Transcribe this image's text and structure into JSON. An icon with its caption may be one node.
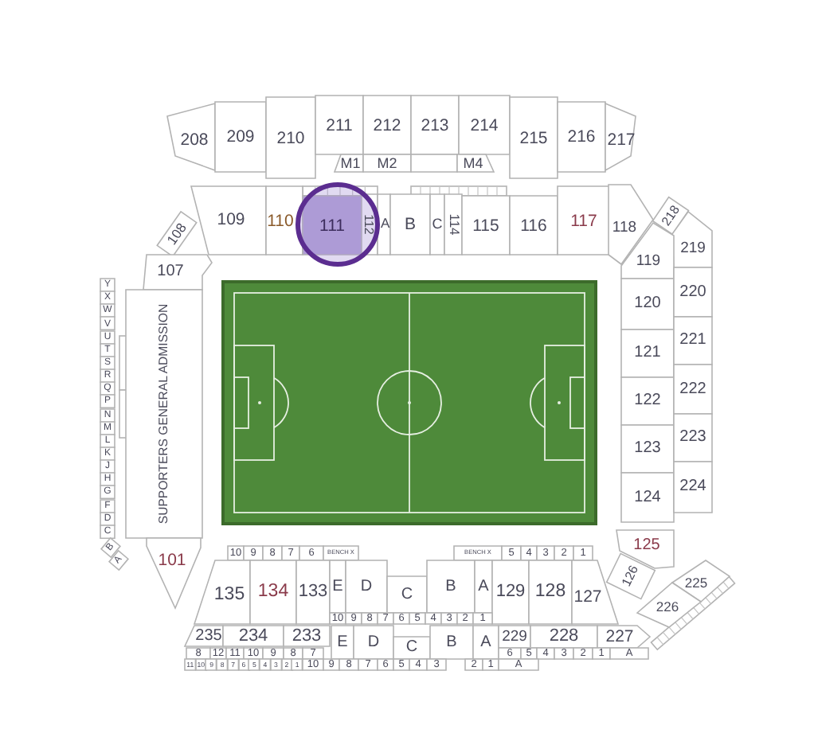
{
  "diagram": {
    "nodes": [
      {
        "text": [
          "208"
        ]
      },
      {
        "text": [
          "209"
        ]
      },
      {
        "text": [
          "210"
        ]
      },
      {
        "text": [
          "211"
        ]
      },
      {
        "text": [
          "212"
        ]
      },
      {
        "text": [
          "213"
        ]
      },
      {
        "text": [
          "214"
        ]
      },
      {
        "text": [
          "215"
        ]
      },
      {
        "text": [
          "216"
        ]
      },
      {
        "text": [
          "217"
        ]
      },
      {
        "text": [
          "M1"
        ]
      },
      {
        "text": [
          "M2"
        ]
      },
      {
        "text": [],
        "shape": "box"
      },
      {
        "text": [
          "M4"
        ]
      },
      {
        "text": [
          "109"
        ]
      },
      {
        "text": [
          "110"
        ]
      },
      {
        "text": [
          "111"
        ]
      },
      {
        "text": [
          "112"
        ]
      },
      {
        "text": [
          "A"
        ]
      },
      {
        "text": [
          "B"
        ]
      },
      {
        "text": [
          "C"
        ]
      },
      {
        "text": [
          "114"
        ]
      },
      {
        "text": [
          "115"
        ]
      },
      {
        "text": [
          "116"
        ]
      },
      {
        "text": [
          "117"
        ]
      },
      {
        "text": [
          "108"
        ]
      },
      {
        "text": [
          "118"
        ]
      },
      {
        "text": [
          "218"
        ]
      },
      {
        "text": [
          "219"
        ]
      },
      {
        "text": [
          "107"
        ]
      },
      {
        "text": [
          "119"
        ]
      },
      {
        "text": [
          "120"
        ]
      },
      {
        "text": [
          "121"
        ]
      },
      {
        "text": [
          "122"
        ]
      },
      {
        "text": [
          "123"
        ]
      },
      {
        "text": [
          "124"
        ]
      },
      {
        "text": [
          "220"
        ]
      },
      {
        "text": [
          "221"
        ]
      },
      {
        "text": [
          "222"
        ]
      },
      {
        "text": [
          "223"
        ]
      },
      {
        "text": [
          "224"
        ]
      },
      {
        "text": [
          "Y"
        ]
      },
      {
        "text": [
          "X"
        ]
      },
      {
        "text": [
          "W"
        ]
      },
      {
        "text": [
          "V"
        ]
      },
      {
        "text": [
          "U"
        ]
      },
      {
        "text": [
          "T"
        ]
      },
      {
        "text": [
          "S"
        ]
      },
      {
        "text": [
          "R"
        ]
      },
      {
        "text": [
          "Q"
        ]
      },
      {
        "text": [
          "P"
        ]
      },
      {
        "text": [
          "N"
        ]
      },
      {
        "text": [
          "M"
        ]
      },
      {
        "text": [
          "L"
        ]
      },
      {
        "text": [
          "K"
        ]
      },
      {
        "text": [
          "J"
        ]
      },
      {
        "text": [
          "H"
        ]
      },
      {
        "text": [
          "G"
        ]
      },
      {
        "text": [
          "F"
        ]
      },
      {
        "text": [
          "D"
        ]
      },
      {
        "text": [
          "C"
        ]
      },
      {
        "text": [
          "B"
        ]
      },
      {
        "text": [
          "A"
        ]
      },
      {
        "text": [
          "SUPPORTERS GENERAL ADMISSION"
        ]
      },
      {
        "text": [
          "101"
        ]
      },
      {
        "text": [
          "125"
        ]
      },
      {
        "text": [
          "126"
        ]
      },
      {
        "text": [
          "225"
        ]
      },
      {
        "text": [
          "226"
        ]
      },
      {
        "text": [
          "10"
        ]
      },
      {
        "text": [
          "9"
        ]
      },
      {
        "text": [
          "8"
        ]
      },
      {
        "text": [
          "7"
        ]
      },
      {
        "text": [
          "6"
        ]
      },
      {
        "text": [
          "BENCH X"
        ]
      },
      {
        "text": [
          "BENCH X"
        ]
      },
      {
        "text": [
          "5"
        ]
      },
      {
        "text": [
          "4"
        ]
      },
      {
        "text": [
          "3"
        ]
      },
      {
        "text": [
          "2"
        ]
      },
      {
        "text": [
          "1"
        ]
      },
      {
        "text": [
          "135"
        ]
      },
      {
        "text": [
          "134"
        ]
      },
      {
        "text": [
          "133"
        ]
      },
      {
        "text": [
          "E"
        ]
      },
      {
        "text": [
          "D"
        ]
      },
      {
        "text": [
          "C"
        ]
      },
      {
        "text": [
          "B"
        ]
      },
      {
        "text": [
          "A"
        ]
      },
      {
        "text": [
          "129"
        ]
      },
      {
        "text": [
          "128"
        ]
      },
      {
        "text": [
          "127"
        ]
      },
      {
        "text": [
          "10"
        ]
      },
      {
        "text": [
          "9"
        ]
      },
      {
        "text": [
          "8"
        ]
      },
      {
        "text": [
          "7"
        ]
      },
      {
        "text": [
          "6"
        ]
      },
      {
        "text": [
          "5"
        ]
      },
      {
        "text": [
          "4"
        ]
      },
      {
        "text": [
          "3"
        ]
      },
      {
        "text": [
          "2"
        ]
      },
      {
        "text": [
          "1"
        ]
      },
      {
        "text": [
          "235"
        ]
      },
      {
        "text": [
          "234"
        ]
      },
      {
        "text": [
          "233"
        ]
      },
      {
        "text": [
          "E"
        ]
      },
      {
        "text": [
          "D"
        ]
      },
      {
        "text": [
          "C"
        ]
      },
      {
        "text": [
          "B"
        ]
      },
      {
        "text": [
          "A"
        ]
      },
      {
        "text": [
          "229"
        ]
      },
      {
        "text": [
          "228"
        ]
      },
      {
        "text": [
          "227"
        ]
      },
      {
        "text": [
          "8"
        ]
      },
      {
        "text": [
          "12"
        ]
      },
      {
        "text": [
          "11"
        ]
      },
      {
        "text": [
          "10"
        ]
      },
      {
        "text": [
          "9"
        ]
      },
      {
        "text": [
          "8"
        ]
      },
      {
        "text": [
          "7"
        ]
      },
      {
        "text": [
          "6"
        ]
      },
      {
        "text": [
          "5"
        ]
      },
      {
        "text": [
          "4"
        ]
      },
      {
        "text": [
          "3"
        ]
      },
      {
        "text": [
          "2"
        ]
      },
      {
        "text": [
          "1"
        ]
      },
      {
        "text": [
          "A"
        ]
      },
      {
        "text": [
          "11"
        ]
      },
      {
        "text": [
          "10"
        ]
      },
      {
        "text": [
          "9"
        ]
      },
      {
        "text": [
          "8"
        ]
      },
      {
        "text": [
          "7"
        ]
      },
      {
        "text": [
          "6"
        ]
      },
      {
        "text": [
          "5"
        ]
      },
      {
        "text": [
          "4"
        ]
      },
      {
        "text": [
          "3"
        ]
      },
      {
        "text": [
          "2"
        ]
      },
      {
        "text": [
          "1"
        ]
      },
      {
        "text": [
          "10"
        ]
      },
      {
        "text": [
          "9"
        ]
      },
      {
        "text": [
          "8"
        ]
      },
      {
        "text": [
          "7"
        ]
      },
      {
        "text": [
          "6"
        ]
      },
      {
        "text": [
          "5"
        ]
      },
      {
        "text": [
          "4"
        ]
      },
      {
        "text": [
          "3"
        ]
      },
      {
        "text": [
          "2"
        ]
      },
      {
        "text": [
          "1"
        ]
      },
      {
        "text": [
          "A"
        ]
      }
    ]
  }
}
